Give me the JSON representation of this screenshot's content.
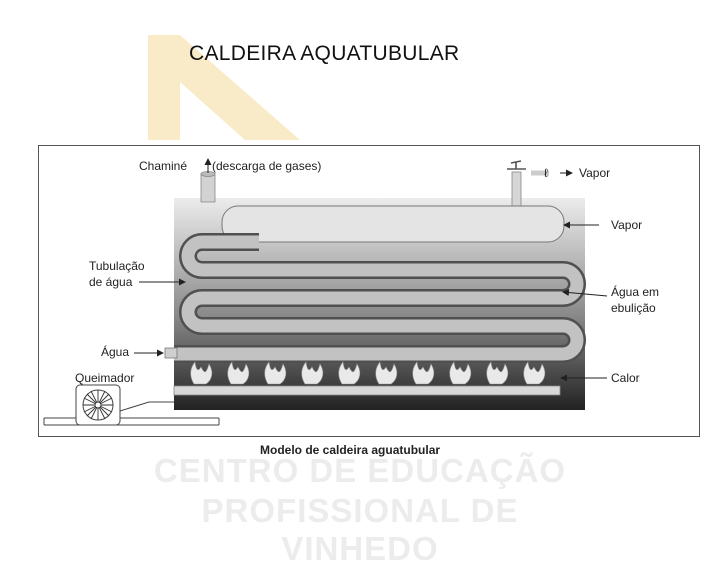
{
  "slide": {
    "title": "CALDEIRA AQUATUBULAR"
  },
  "diagram": {
    "labels": {
      "chimney": "Chaminé",
      "gas_discharge": "(descarga de gases)",
      "steam_out": "Vapor",
      "steam": "Vapor",
      "pipes_line1": "Tubulação",
      "pipes_line2": "de água",
      "boiling_line1": "Água em",
      "boiling_line2": "ebulição",
      "water": "Água",
      "burner": "Queimador",
      "heat": "Calor"
    },
    "caption": "Modelo de caldeira aguatubular"
  },
  "watermark": {
    "line1": "CENTRO DE EDUCAÇÃO",
    "line2": "PROFISSIONAL DE VINHEDO"
  },
  "colors": {
    "logo": "#f7e3b0",
    "tank_top": "#ececec",
    "tank_bottom": "#222222",
    "tube_fill": "#c2c2c2",
    "watermark": "#ececec"
  }
}
